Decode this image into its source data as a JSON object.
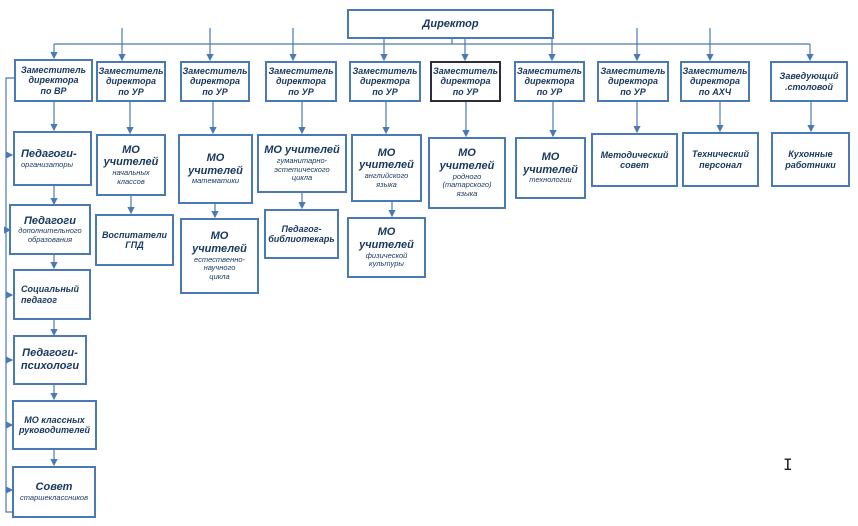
{
  "director": "Директор",
  "deputies": [
    {
      "id": "vr",
      "label": "Заместитель\nдиректора\nпо ВР"
    },
    {
      "id": "ur1",
      "label": "Заместитель\nдиректора\nпо УР"
    },
    {
      "id": "ur2",
      "label": "Заместитель\nдиректора\nпо УР"
    },
    {
      "id": "ur3",
      "label": "Заместитель\nдиректора\nпо УР"
    },
    {
      "id": "ur4",
      "label": "Заместитель\nдиректора\nпо УР"
    },
    {
      "id": "ur5",
      "label": "Заместитель\nдиректора\nпо УР"
    },
    {
      "id": "ur6",
      "label": "Заместитель\nдиректора\nпо УР"
    },
    {
      "id": "ur7",
      "label": "Заместитель\nдиректора\nпо УР"
    },
    {
      "id": "ahch",
      "label": "Заместитель\nдиректора\nпо АХЧ"
    },
    {
      "id": "canteen",
      "label": "Заведующий\n.столовой"
    }
  ],
  "vr_chain": [
    {
      "main": "Педагоги-",
      "sub": "организаторы"
    },
    {
      "main": "Педагоги",
      "sub": "дополнительного\nобразования"
    },
    {
      "main": "Социальный\nпедагог",
      "sub": ""
    },
    {
      "main": "Педагоги-\nпсихологи",
      "sub": ""
    },
    {
      "main": "МО классных\nруководителей",
      "sub": ""
    },
    {
      "main": "Совет",
      "sub": "старшеклассников"
    }
  ],
  "mo": [
    {
      "main": "МО\nучителей",
      "sub": "начальных\nклассов"
    },
    {
      "main": "МО\nучителей",
      "sub": "математики"
    },
    {
      "main": "МО учителей",
      "sub": "гуманитарно-\nэстетического\nцикла"
    },
    {
      "main": "МО\nучителей",
      "sub": "английского\nязыка"
    },
    {
      "main": "МО\nучителей",
      "sub": "родного\n(татарского)\nязыка"
    },
    {
      "main": "МО\nучителей",
      "sub": "технологии"
    },
    {
      "main": "Методический\nсовет",
      "sub": ""
    },
    {
      "main": "Технический\nперсонал",
      "sub": ""
    },
    {
      "main": "Кухонные\nработники",
      "sub": ""
    }
  ],
  "third": [
    {
      "main": "Воспитатели\nГПД",
      "sub": ""
    },
    {
      "main": "МО\nучителей",
      "sub": "естественно-\nнаучного\nцикла"
    },
    {
      "main": "",
      "sub": "Педагог-\nбиблиотекарь"
    },
    {
      "main": "МО\nучителей",
      "sub": "физической\nкультуры"
    }
  ],
  "colors": {
    "border": "#4a7ab5",
    "text": "#17375e",
    "line": "#4a7ab5"
  }
}
